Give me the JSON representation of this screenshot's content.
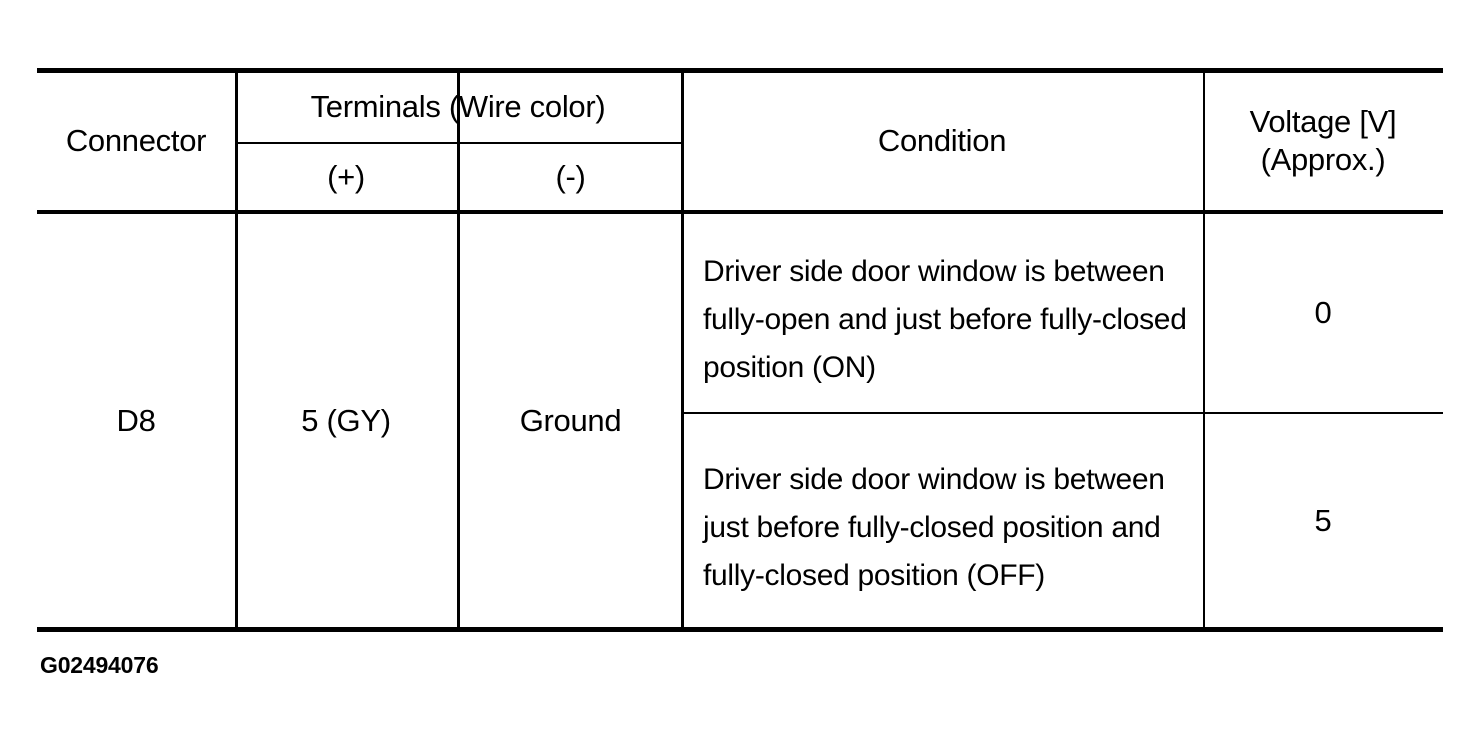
{
  "document": {
    "type": "service-manual-voltage-table",
    "caption": "G02494076"
  },
  "table": {
    "headers": {
      "connector": "Connector",
      "terminals_group": "Terminals (Wire color)",
      "terminal_positive": "(+)",
      "terminal_negative": "(-)",
      "condition": "Condition",
      "voltage": "Voltage [V]\n(Approx.)",
      "voltage_line1": "Voltage [V]",
      "voltage_line2": "(Approx.)"
    },
    "rows": [
      {
        "connector": "D8",
        "terminal_positive": "5 (GY)",
        "terminal_negative": "Ground",
        "condition": "Driver side door window is between fully-open and just before fully-closed position (ON)",
        "voltage": "0"
      },
      {
        "connector": "D8",
        "terminal_positive": "5 (GY)",
        "terminal_negative": "Ground",
        "condition": "Driver side door window is between just before fully-closed position and fully-closed position (OFF)",
        "voltage": "5"
      }
    ]
  },
  "colors": {
    "rule": "#000000",
    "text": "#000000",
    "background": "#ffffff"
  }
}
